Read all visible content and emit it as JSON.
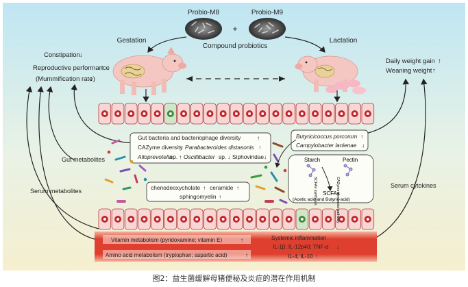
{
  "probiotics": {
    "strain1": "Probio-M8",
    "strain2": "Probio-M9",
    "plus": "+",
    "compound": "Compound probiotics"
  },
  "stages": {
    "gestation": "Gestation",
    "lactation": "Lactation"
  },
  "sow_effects": {
    "constipation": "Constipation",
    "reproductive": "Reproductive performance",
    "mummification": "(Mummification rate"
  },
  "piglet_effects": {
    "daily_gain": "Daily weight gain",
    "weaning": "Weaning weight"
  },
  "gut_box": {
    "line1": "Gut bacteria and bacteriophage diversity",
    "line2a": "CAZyme diversity",
    "line2b": "Parabacteroides distasonis",
    "line3a": "Alloprevotella",
    "line3b": "sp.",
    "line3c": "Oscillibacter",
    "line3d": "sp.",
    "line3e": "Siphoviridae"
  },
  "butyric_box": {
    "line1": "Butyricicoccus porcorum",
    "line2": "Campylobacter lanienae"
  },
  "metabolite_box": {
    "line1a": "chenodeoxycholate",
    "line1b": "ceramide",
    "line2": "sphingomyelin"
  },
  "scfa_box": {
    "starch": "Starch",
    "pectin": "Pectin",
    "pathway1": "SCFAs synthesis",
    "pathway2": "CAZyme synthesis pathway",
    "scfas": "SCFAs",
    "scfa_detail": "(Acetic acid and Butyric acid)"
  },
  "side_labels": {
    "gut_metabolites": "Gut metabolites",
    "serum_metabolites": "Serum metabolites",
    "serum_cytokines": "Serum cytokines"
  },
  "blood_band": {
    "vitamin": "Vitamin metabolism (pyridoxamine;  vitamin E)",
    "amino": "Amino acid metabolism (tryptophan; aspartic acid)",
    "systemic": "Systemic inflammation",
    "cytokines1": "IL-1β; IL-12p40; TNF-α",
    "cytokines2": "IL-4; IL-10"
  },
  "caption": "图2：益生菌缓解母猪便秘及炎症的潜在作用机制",
  "colors": {
    "sky_top": "#bfe6f3",
    "sky_bottom": "#f4f1dc",
    "cell_fill": "#f8d6d4",
    "cell_stroke": "#b23a3a",
    "nucleus": "#c0272d",
    "goblet": "#3d8c3a",
    "blood": "#d9372b",
    "pig": "#f4c7c2"
  }
}
